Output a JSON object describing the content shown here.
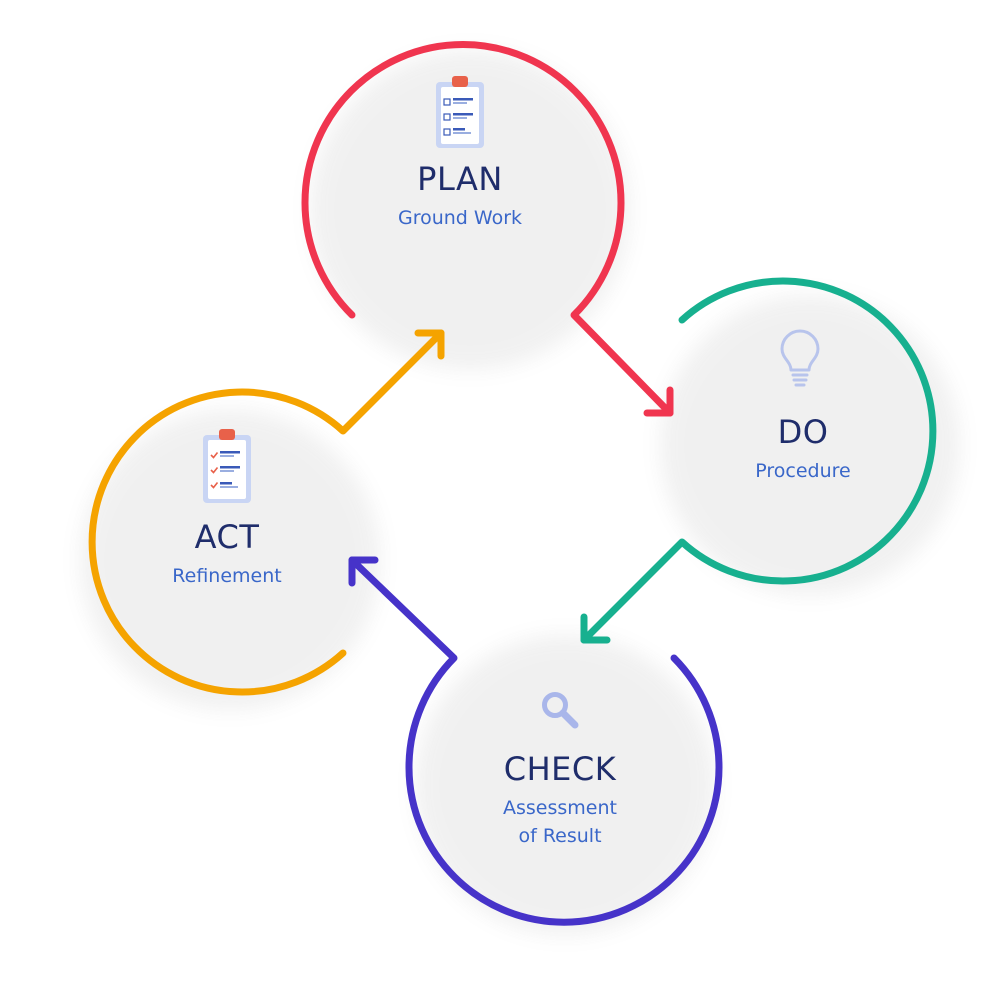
{
  "stages": {
    "plan": {
      "title": "PLAN",
      "subtitle": "Ground Work",
      "color": "#f0354f",
      "icon": "clipboard-icon"
    },
    "do": {
      "title": "DO",
      "subtitle": "Procedure",
      "color": "#17b08f",
      "icon": "lightbulb-icon"
    },
    "check": {
      "title": "CHECK",
      "subtitle_line1": "Assessment",
      "subtitle_line2": "of Result",
      "color": "#4633c9",
      "icon": "magnifier-icon"
    },
    "act": {
      "title": "ACT",
      "subtitle": "Refinement",
      "color": "#f5a300",
      "icon": "checklist-icon"
    }
  },
  "text_colors": {
    "title": "#1f2d6b",
    "subtitle": "#3a67c9"
  }
}
